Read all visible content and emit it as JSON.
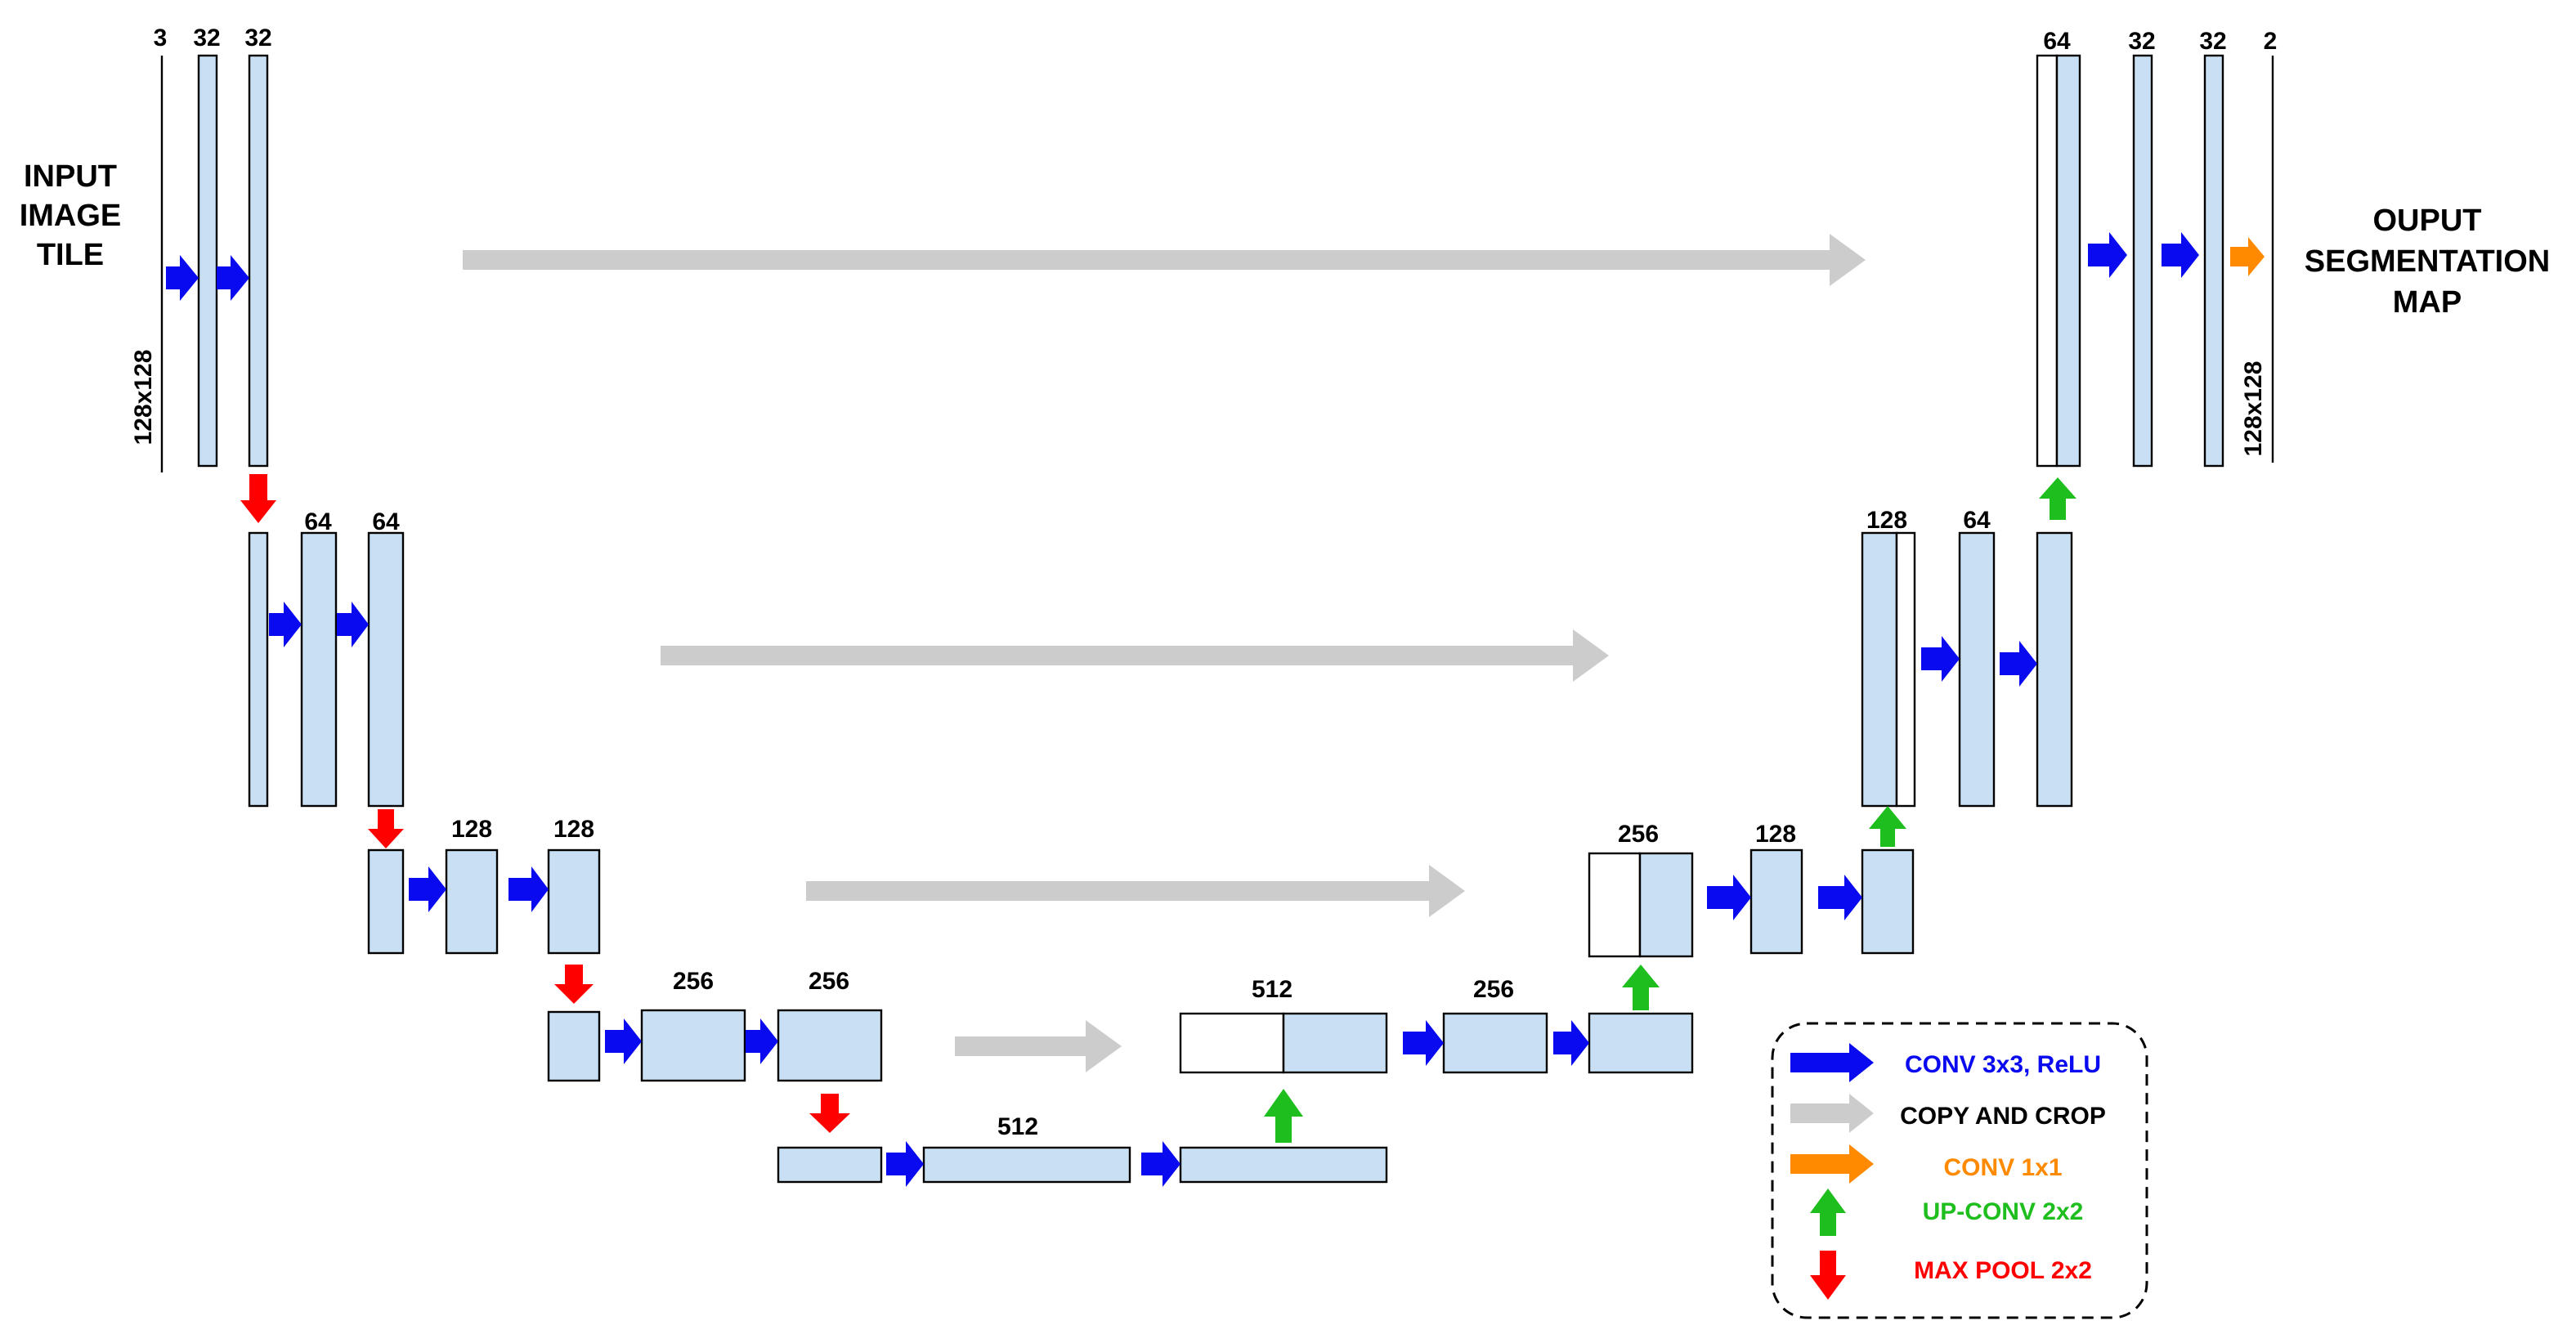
{
  "input": {
    "title_lines": [
      "INPUT",
      "IMAGE",
      "TILE"
    ],
    "size_label": "128x128",
    "channels": [
      "3",
      "32",
      "32"
    ]
  },
  "output": {
    "title_lines": [
      "OUPUT",
      "SEGMENTATION",
      "MAP"
    ],
    "size_label": "128x128",
    "channels": [
      "64",
      "32",
      "32",
      "2"
    ]
  },
  "encoder": {
    "level2_channels": [
      "64",
      "64"
    ],
    "level3_channels": [
      "128",
      "128"
    ],
    "level4_channels": [
      "256",
      "256"
    ]
  },
  "bottleneck": {
    "channels": "512"
  },
  "decoder": {
    "level4_channels": [
      "512",
      "256"
    ],
    "level3_channels": [
      "256",
      "128"
    ],
    "level2_channels": [
      "128",
      "64"
    ]
  },
  "legend": {
    "items": [
      {
        "label": "CONV 3x3, ReLU",
        "color": "#0a0af0",
        "icon": "blue-right-arrow"
      },
      {
        "label": "COPY AND CROP",
        "color": "#000000",
        "icon": "gray-right-arrow"
      },
      {
        "label": "CONV 1x1",
        "color": "#ff8a00",
        "icon": "orange-right-arrow"
      },
      {
        "label": "UP-CONV 2x2",
        "color": "#1dbe1d",
        "icon": "green-up-arrow"
      },
      {
        "label": "MAX POOL 2x2",
        "color": "#ff0000",
        "icon": "red-down-arrow"
      }
    ]
  },
  "colors": {
    "feature_map_fill": "#c9e0f4",
    "conv_arrow": "#0a0af0",
    "copy_arrow": "#cccccc",
    "conv1x1_arrow": "#ff8a00",
    "upconv_arrow": "#1dbe1d",
    "maxpool_arrow": "#ff0000"
  }
}
